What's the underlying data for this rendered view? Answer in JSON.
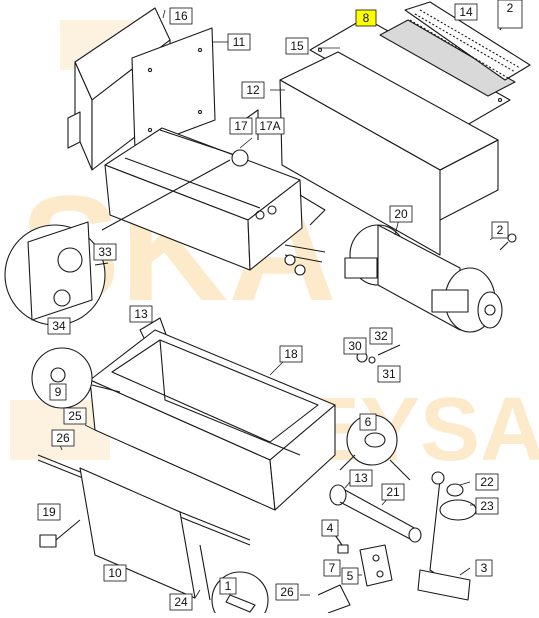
{
  "diagram": {
    "callouts": [
      {
        "id": "c16",
        "label": "16",
        "highlighted": false
      },
      {
        "id": "c11",
        "label": "11",
        "highlighted": false
      },
      {
        "id": "c8",
        "label": "8",
        "highlighted": true
      },
      {
        "id": "c14",
        "label": "14",
        "highlighted": false
      },
      {
        "id": "c2a",
        "label": "2",
        "highlighted": false
      },
      {
        "id": "c15",
        "label": "15",
        "highlighted": false
      },
      {
        "id": "c12",
        "label": "12",
        "highlighted": false
      },
      {
        "id": "c17",
        "label": "17",
        "highlighted": false
      },
      {
        "id": "c17A",
        "label": "17A",
        "highlighted": false
      },
      {
        "id": "c20",
        "label": "20",
        "highlighted": false
      },
      {
        "id": "c2b",
        "label": "2",
        "highlighted": false
      },
      {
        "id": "c33",
        "label": "33",
        "highlighted": false
      },
      {
        "id": "c34",
        "label": "34",
        "highlighted": false
      },
      {
        "id": "c13a",
        "label": "13",
        "highlighted": false
      },
      {
        "id": "c32",
        "label": "32",
        "highlighted": false
      },
      {
        "id": "c30",
        "label": "30",
        "highlighted": false
      },
      {
        "id": "c31",
        "label": "31",
        "highlighted": false
      },
      {
        "id": "c18",
        "label": "18",
        "highlighted": false
      },
      {
        "id": "c9",
        "label": "9",
        "highlighted": false
      },
      {
        "id": "c25",
        "label": "25",
        "highlighted": false
      },
      {
        "id": "c6",
        "label": "6",
        "highlighted": false
      },
      {
        "id": "c26a",
        "label": "26",
        "highlighted": false
      },
      {
        "id": "c13b",
        "label": "13",
        "highlighted": false
      },
      {
        "id": "c22",
        "label": "22",
        "highlighted": false
      },
      {
        "id": "c21",
        "label": "21",
        "highlighted": false
      },
      {
        "id": "c23",
        "label": "23",
        "highlighted": false
      },
      {
        "id": "c19",
        "label": "19",
        "highlighted": false
      },
      {
        "id": "c4",
        "label": "4",
        "highlighted": false
      },
      {
        "id": "c10",
        "label": "10",
        "highlighted": false
      },
      {
        "id": "c7",
        "label": "7",
        "highlighted": false
      },
      {
        "id": "c5",
        "label": "5",
        "highlighted": false
      },
      {
        "id": "c3",
        "label": "3",
        "highlighted": false
      },
      {
        "id": "c24",
        "label": "24",
        "highlighted": false
      },
      {
        "id": "c1",
        "label": "1",
        "highlighted": false
      },
      {
        "id": "c26b",
        "label": "26",
        "highlighted": false
      }
    ],
    "watermark_text": "SKA DAEYSA",
    "colors": {
      "line": "#1a1a1a",
      "highlight": "#ffff00",
      "watermark": "#f5c26b",
      "background": "#ffffff"
    }
  }
}
